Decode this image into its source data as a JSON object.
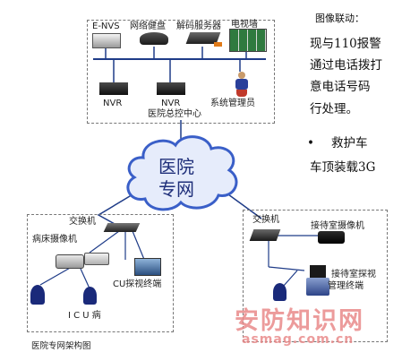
{
  "diagram": {
    "control_center": {
      "caption": "医院总控中心",
      "devices": {
        "envs": "E-NVS",
        "network_disk": "网络健盘",
        "decoder_server": "解码服务器",
        "tv_wall": "电视墙",
        "nvr_left": "NVR",
        "nvr_right": "NVR",
        "admin": "系统管理员"
      }
    },
    "network_cloud": {
      "line1": "医院",
      "line2": "专网"
    },
    "left_site": {
      "switch": "交换机",
      "bed_camera": "病床摄像机",
      "terminal": "CU探视终端",
      "icu": "I C U 病",
      "caption": "医院专网架构图"
    },
    "right_site": {
      "switch": "交换机",
      "reception_camera": "接待室摄像机",
      "terminal_line1": "接待室探视",
      "terminal_line2": "管理终端"
    }
  },
  "side_text": {
    "line1": "图像联动：",
    "line2": "现与110报警",
    "line3": "通过电话拨打",
    "line4": "意电话号码",
    "line5": "行处理。",
    "bullet": "•",
    "line6": "救护车",
    "line7": "车顶装载3G"
  },
  "watermark": {
    "cn": "安防知识网",
    "en": "asmag.com.cn"
  },
  "colors": {
    "cloud": "#3a5fc8",
    "cloud_fill": "#e6ecfb",
    "link_line": "#1f3c88",
    "watermark": "#e98a8a"
  }
}
